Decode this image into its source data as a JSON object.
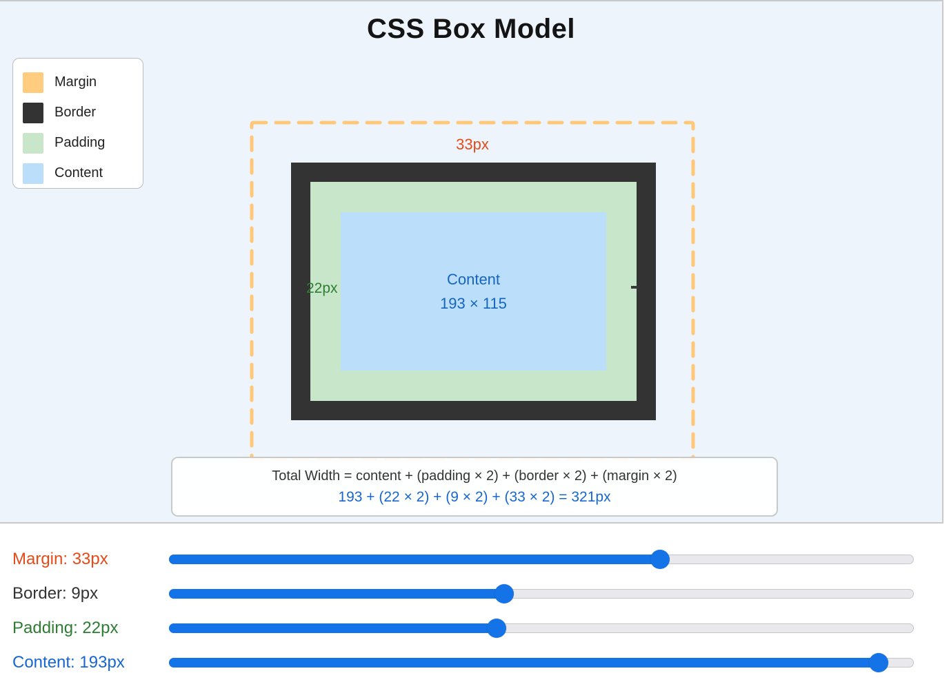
{
  "title": "CSS Box Model",
  "legend": {
    "items": [
      {
        "label": "Margin",
        "color": "#FFCC80"
      },
      {
        "label": "Border",
        "color": "#333333"
      },
      {
        "label": "Padding",
        "color": "#C8E6C9"
      },
      {
        "label": "Content",
        "color": "#BBDEFB"
      }
    ]
  },
  "diagram": {
    "margin_label": "33px",
    "padding_label": "22px",
    "content_label": "Content",
    "content_size": "193 × 115"
  },
  "formula": {
    "line1": "Total Width = content + (padding × 2) + (border × 2) + (margin × 2)",
    "line2": "193 + (22 × 2) + (9 × 2) + (33 × 2) = 321px"
  },
  "sliders": [
    {
      "id": "margin",
      "label": "Margin: 33px",
      "value": 33,
      "min": 0,
      "max": 50,
      "color": "#E64A19"
    },
    {
      "id": "border",
      "label": "Border: 9px",
      "value": 9,
      "min": 0,
      "max": 20,
      "color": "#333333"
    },
    {
      "id": "padding",
      "label": "Padding: 22px",
      "value": 22,
      "min": 0,
      "max": 50,
      "color": "#2E7D32"
    },
    {
      "id": "content",
      "label": "Content: 193px",
      "value": 193,
      "min": 50,
      "max": 200,
      "color": "#1766D1"
    }
  ],
  "colors": {
    "margin_text": "#E64A19",
    "padding_text": "#2E7D32",
    "content_text": "#1565C0",
    "formula_result": "#1766D1",
    "accent_blue": "#1473E6",
    "margin_dash": "#FFC878",
    "panel_bg": "#EDF4FC"
  }
}
